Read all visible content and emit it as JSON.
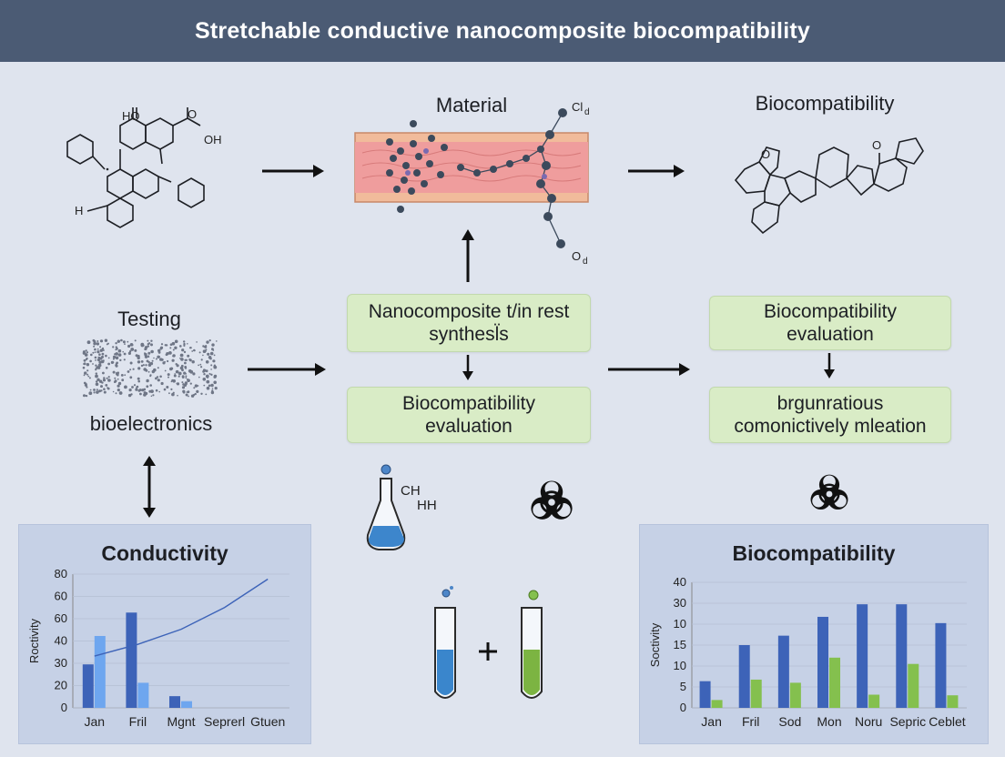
{
  "title": "Stretchable conductive nanocomposite biocompatibility",
  "top_row": {
    "material_label": "Material",
    "biocompat_label": "Biocompatibility",
    "molecule_left": {
      "t1": "HO",
      "t2": "O",
      "t3": "OH",
      "t4": "H"
    },
    "material_tags": {
      "t1": "Cl",
      "t2": "d",
      "t3": "O",
      "t4": "d"
    },
    "molecule_right": {
      "t1": "O",
      "t2": "O"
    }
  },
  "left_column": {
    "testing_label": "Testing",
    "bioelectronics_label": "bioelectronics"
  },
  "center_column": {
    "box1": {
      "line1": "Nanocomposite t/in rest",
      "line2": "synthesl̈s"
    },
    "box2": {
      "line1": "Biocompatibility",
      "line2": "evaluation"
    },
    "flask": {
      "t1": "CH",
      "t2": "HH"
    }
  },
  "right_column": {
    "box1": {
      "line1": "Biocompatibility",
      "line2": "evaluation"
    },
    "box2": {
      "line1": "brgunratious",
      "line2": "comonictively mleation"
    }
  },
  "colors": {
    "header": "#4b5b74",
    "box_green": "#d9ecc6",
    "panel_blue": "#c6d1e6",
    "bar_dark": "#3d63b8",
    "bar_light": "#6ea6ef",
    "bar_green": "#84c04e"
  },
  "chart_data": [
    {
      "type": "bar",
      "title": "Conductivity",
      "ylabel": "Roctivity",
      "xlabel": "",
      "ylim": [
        0,
        80
      ],
      "y_ticks": [
        "0",
        "20",
        "30",
        "40",
        "60",
        "60",
        "80"
      ],
      "categories": [
        "Jan",
        "Fril",
        "Mgnt",
        "Seprerl",
        "Gtuen"
      ],
      "series": [
        {
          "values": [
            26,
            57,
            7,
            0,
            0
          ],
          "color": "#3d63b8"
        },
        {
          "values": [
            43,
            15,
            4,
            0,
            0
          ],
          "color": "#6ea6ef"
        }
      ],
      "line": {
        "values": [
          31,
          38,
          47,
          60,
          77
        ],
        "color": "#3d63b8"
      }
    },
    {
      "type": "bar",
      "title": "Biocompatibility",
      "ylabel": "Soctivity",
      "xlabel": "",
      "ylim": [
        0,
        40
      ],
      "y_ticks": [
        "0",
        "5",
        "10",
        "15",
        "10",
        "30",
        "40"
      ],
      "categories": [
        "Jan",
        "Fril",
        "Sod",
        "Mon",
        "Noru",
        "Sepric",
        "Ceblet"
      ],
      "series": [
        {
          "values": [
            8.5,
            20,
            23,
            29,
            33,
            33,
            27
          ],
          "color": "#3d63b8"
        },
        {
          "values": [
            2.5,
            9,
            8,
            16,
            4.2,
            14,
            4
          ],
          "color": "#84c04e"
        }
      ]
    }
  ]
}
